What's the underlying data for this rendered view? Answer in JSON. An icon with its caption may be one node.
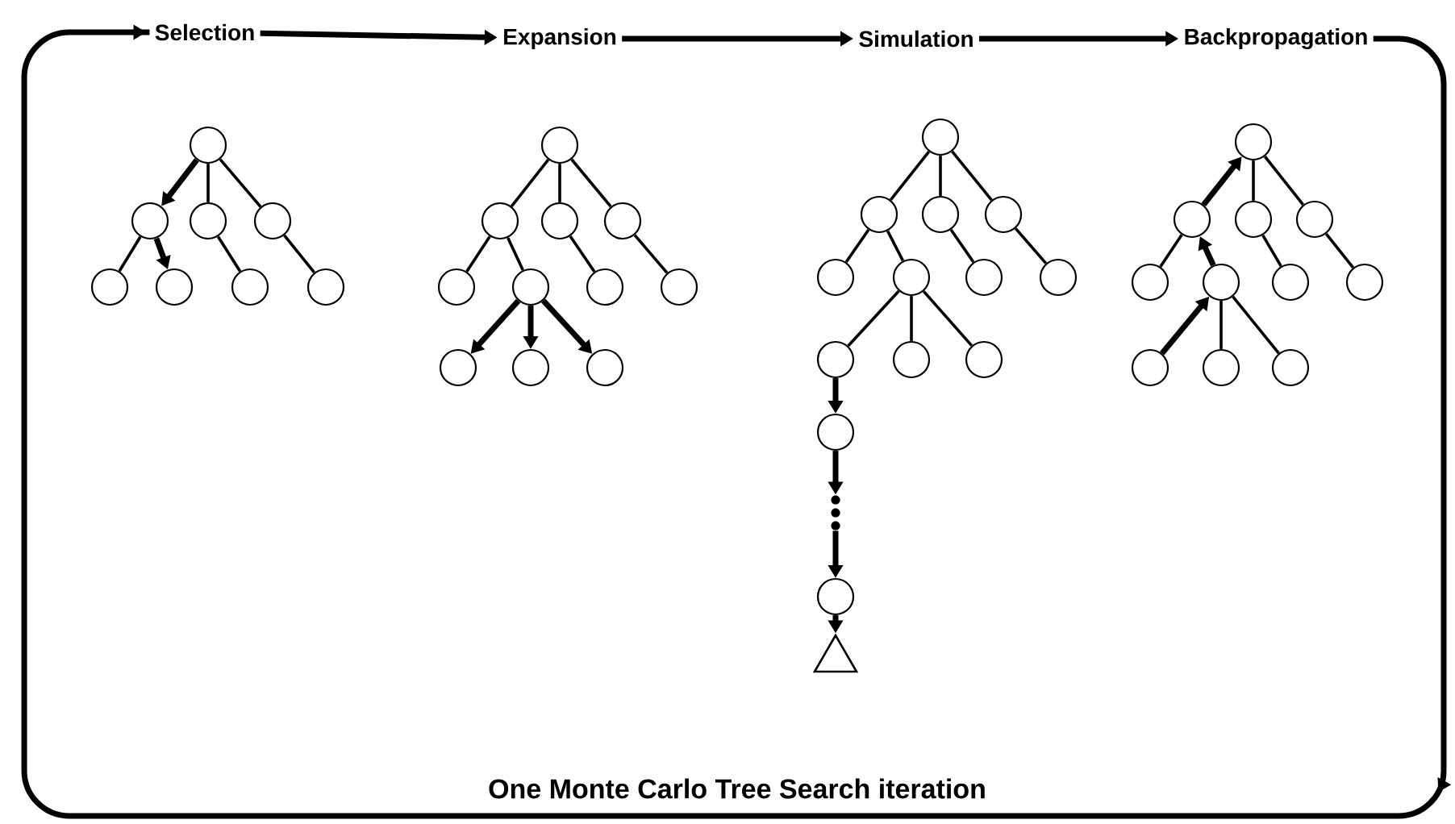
{
  "diagram": {
    "title": "One Monte Carlo Tree Search iteration",
    "nodes": [
      {
        "text": [
          "Selection"
        ]
      },
      {
        "text": [
          "Expansion"
        ]
      },
      {
        "text": [
          "Simulation"
        ]
      },
      {
        "text": [
          "Backpropagation"
        ]
      },
      {
        "text": [],
        "shape": "circle"
      },
      {
        "text": [],
        "shape": "circle"
      },
      {
        "text": [],
        "shape": "circle"
      },
      {
        "text": [],
        "shape": "circle"
      },
      {
        "text": [],
        "shape": "circle"
      },
      {
        "text": [],
        "shape": "circle"
      },
      {
        "text": [],
        "shape": "circle"
      },
      {
        "text": [],
        "shape": "circle"
      },
      {
        "text": [],
        "shape": "circle"
      },
      {
        "text": [],
        "shape": "circle"
      },
      {
        "text": [],
        "shape": "circle"
      },
      {
        "text": [],
        "shape": "circle"
      },
      {
        "text": [],
        "shape": "circle"
      },
      {
        "text": [],
        "shape": "circle"
      },
      {
        "text": [],
        "shape": "circle"
      },
      {
        "text": [],
        "shape": "circle"
      },
      {
        "text": [],
        "shape": "circle"
      },
      {
        "text": [],
        "shape": "circle"
      },
      {
        "text": [],
        "shape": "circle"
      },
      {
        "text": [],
        "shape": "circle"
      },
      {
        "text": [],
        "shape": "circle"
      },
      {
        "text": [],
        "shape": "circle"
      },
      {
        "text": [],
        "shape": "circle"
      },
      {
        "text": [],
        "shape": "circle"
      },
      {
        "text": [],
        "shape": "circle"
      },
      {
        "text": [],
        "shape": "circle"
      },
      {
        "text": [],
        "shape": "circle"
      },
      {
        "text": [],
        "shape": "circle"
      },
      {
        "text": [],
        "shape": "circle"
      },
      {
        "text": [],
        "shape": "circle"
      },
      {
        "text": [],
        "shape": "circle"
      },
      {
        "text": [],
        "shape": "ellipsis"
      },
      {
        "text": [],
        "shape": "circle"
      },
      {
        "text": [],
        "shape": "triangle"
      },
      {
        "text": [],
        "shape": "circle"
      },
      {
        "text": [],
        "shape": "circle"
      },
      {
        "text": [],
        "shape": "circle"
      },
      {
        "text": [],
        "shape": "circle"
      },
      {
        "text": [],
        "shape": "circle"
      },
      {
        "text": [],
        "shape": "circle"
      },
      {
        "text": [],
        "shape": "circle"
      },
      {
        "text": [],
        "shape": "circle"
      },
      {
        "text": [],
        "shape": "circle"
      },
      {
        "text": [],
        "shape": "circle"
      },
      {
        "text": [],
        "shape": "circle"
      }
    ],
    "edges": [
      {
        "from": 0,
        "to": 1,
        "arrow": "to",
        "style": "thick"
      },
      {
        "from": 1,
        "to": 2,
        "arrow": "to",
        "style": "thick"
      },
      {
        "from": 2,
        "to": 3,
        "arrow": "to",
        "style": "thick"
      },
      {
        "from": 3,
        "to": 0,
        "arrow": "to",
        "style": "thick"
      },
      {
        "from": 4,
        "to": 5,
        "arrow": "to",
        "style": "thick"
      },
      {
        "from": 4,
        "to": 6,
        "arrow": "none"
      },
      {
        "from": 4,
        "to": 7,
        "arrow": "none"
      },
      {
        "from": 5,
        "to": 8,
        "arrow": "none"
      },
      {
        "from": 5,
        "to": 9,
        "arrow": "to",
        "style": "thick"
      },
      {
        "from": 6,
        "to": 10,
        "arrow": "none"
      },
      {
        "from": 7,
        "to": 11,
        "arrow": "none"
      },
      {
        "from": 12,
        "to": 13,
        "arrow": "none"
      },
      {
        "from": 12,
        "to": 14,
        "arrow": "none"
      },
      {
        "from": 12,
        "to": 15,
        "arrow": "none"
      },
      {
        "from": 13,
        "to": 16,
        "arrow": "none"
      },
      {
        "from": 13,
        "to": 17,
        "arrow": "none"
      },
      {
        "from": 14,
        "to": 18,
        "arrow": "none"
      },
      {
        "from": 15,
        "to": 19,
        "arrow": "none"
      },
      {
        "from": 17,
        "to": 20,
        "arrow": "to",
        "style": "thick"
      },
      {
        "from": 17,
        "to": 21,
        "arrow": "to",
        "style": "thick"
      },
      {
        "from": 17,
        "to": 22,
        "arrow": "to",
        "style": "thick"
      },
      {
        "from": 23,
        "to": 24,
        "arrow": "none"
      },
      {
        "from": 23,
        "to": 25,
        "arrow": "none"
      },
      {
        "from": 23,
        "to": 26,
        "arrow": "none"
      },
      {
        "from": 24,
        "to": 27,
        "arrow": "none"
      },
      {
        "from": 24,
        "to": 28,
        "arrow": "none"
      },
      {
        "from": 25,
        "to": 29,
        "arrow": "none"
      },
      {
        "from": 26,
        "to": 30,
        "arrow": "none"
      },
      {
        "from": 28,
        "to": 31,
        "arrow": "none"
      },
      {
        "from": 28,
        "to": 32,
        "arrow": "none"
      },
      {
        "from": 28,
        "to": 33,
        "arrow": "none"
      },
      {
        "from": 31,
        "to": 34,
        "arrow": "to",
        "style": "thick"
      },
      {
        "from": 34,
        "to": 35,
        "arrow": "to",
        "style": "thick"
      },
      {
        "from": 35,
        "to": 36,
        "arrow": "to",
        "style": "thick"
      },
      {
        "from": 36,
        "to": 37,
        "arrow": "to",
        "style": "thick"
      },
      {
        "from": 38,
        "to": 40,
        "arrow": "none"
      },
      {
        "from": 38,
        "to": 41,
        "arrow": "none"
      },
      {
        "from": 39,
        "to": 38,
        "arrow": "to",
        "style": "thick"
      },
      {
        "from": 39,
        "to": 42,
        "arrow": "none"
      },
      {
        "from": 43,
        "to": 39,
        "arrow": "to",
        "style": "thick"
      },
      {
        "from": 40,
        "to": 44,
        "arrow": "none"
      },
      {
        "from": 41,
        "to": 45,
        "arrow": "none"
      },
      {
        "from": 46,
        "to": 43,
        "arrow": "to",
        "style": "thick"
      },
      {
        "from": 43,
        "to": 47,
        "arrow": "none"
      },
      {
        "from": 43,
        "to": 48,
        "arrow": "none"
      }
    ]
  }
}
